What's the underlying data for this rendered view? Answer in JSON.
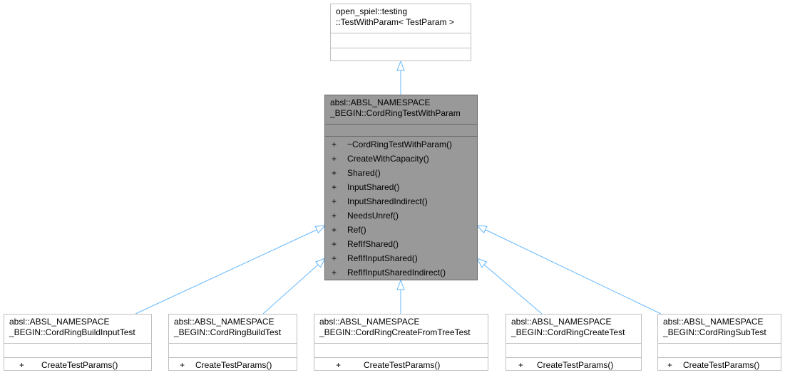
{
  "diagram": {
    "base": {
      "name_lines": [
        "open_spiel::testing",
        "::TestWithParam< TestParam >"
      ],
      "members": []
    },
    "focus": {
      "name_lines": [
        "absl::ABSL_NAMESPACE",
        "_BEGIN::CordRingTestWithParam"
      ],
      "members": [
        {
          "vis": "+",
          "name": "~CordRingTestWithParam()"
        },
        {
          "vis": "+",
          "name": "CreateWithCapacity()"
        },
        {
          "vis": "+",
          "name": "Shared()"
        },
        {
          "vis": "+",
          "name": "InputShared()"
        },
        {
          "vis": "+",
          "name": "InputSharedIndirect()"
        },
        {
          "vis": "+",
          "name": "NeedsUnref()"
        },
        {
          "vis": "+",
          "name": "Ref()"
        },
        {
          "vis": "+",
          "name": "RefIfShared()"
        },
        {
          "vis": "+",
          "name": "RefIfInputShared()"
        },
        {
          "vis": "+",
          "name": "RefIfInputSharedIndirect()"
        }
      ]
    },
    "derived": [
      {
        "name_lines": [
          "absl::ABSL_NAMESPACE",
          "_BEGIN::CordRingBuildInputTest"
        ],
        "member": {
          "vis": "+",
          "name": "CreateTestParams()"
        }
      },
      {
        "name_lines": [
          "absl::ABSL_NAMESPACE",
          "_BEGIN::CordRingBuildTest"
        ],
        "member": {
          "vis": "+",
          "name": "CreateTestParams()"
        }
      },
      {
        "name_lines": [
          "absl::ABSL_NAMESPACE",
          "_BEGIN::CordRingCreateFromTreeTest"
        ],
        "member": {
          "vis": "+",
          "name": "CreateTestParams()"
        }
      },
      {
        "name_lines": [
          "absl::ABSL_NAMESPACE",
          "_BEGIN::CordRingCreateTest"
        ],
        "member": {
          "vis": "+",
          "name": "CreateTestParams()"
        }
      },
      {
        "name_lines": [
          "absl::ABSL_NAMESPACE",
          "_BEGIN::CordRingSubTest"
        ],
        "member": {
          "vis": "+",
          "name": "CreateTestParams()"
        }
      }
    ],
    "colors": {
      "edge": "#63b8ff",
      "node_border": "#bfbfbf",
      "focus_fill": "#999999",
      "focus_border": "#666666"
    }
  }
}
